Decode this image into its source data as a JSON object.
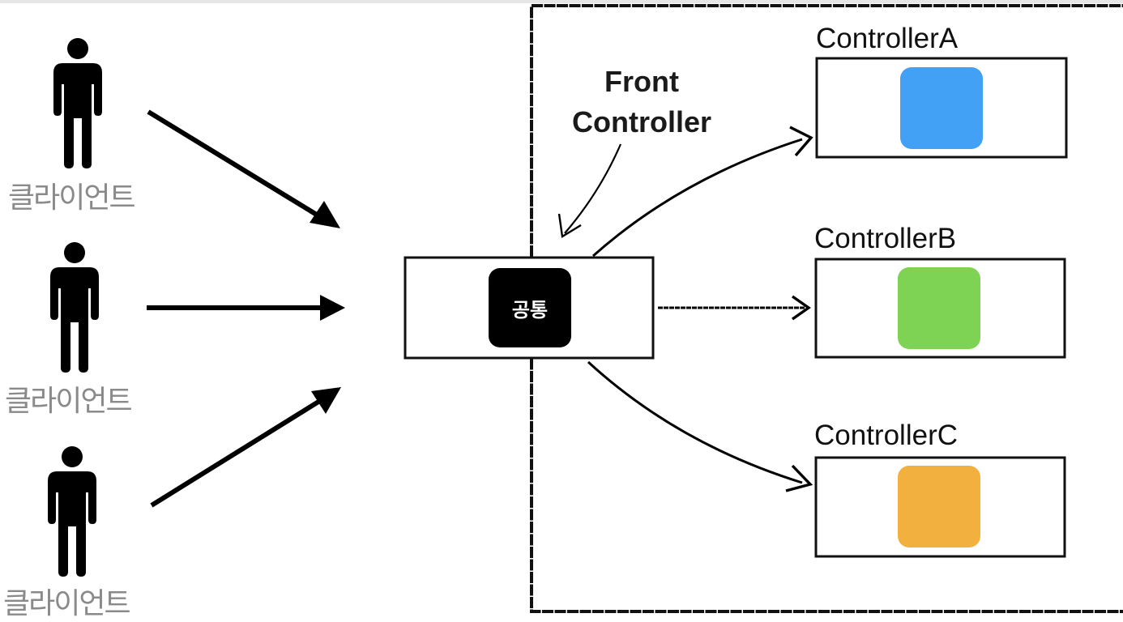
{
  "clients": [
    {
      "label": "클라이언트"
    },
    {
      "label": "클라이언트"
    },
    {
      "label": "클라이언트"
    }
  ],
  "front_controller": {
    "label_line1": "Front",
    "label_line2": "Controller",
    "common_label": "공통"
  },
  "controllers": [
    {
      "name": "ControllerA",
      "color": "#42a0f5"
    },
    {
      "name": "ControllerB",
      "color": "#7ed354"
    },
    {
      "name": "ControllerC",
      "color": "#f2b13f"
    }
  ]
}
